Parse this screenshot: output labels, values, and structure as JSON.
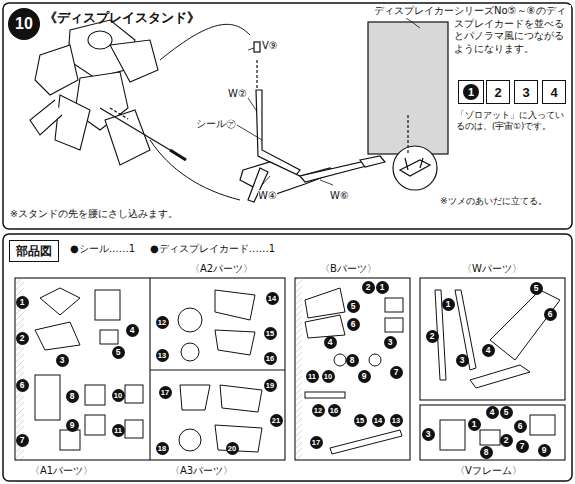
{
  "diagram": {
    "title": "《ディスプレイスタンド》",
    "nodes": [
      {
        "text": [
          "10"
        ]
      },
      {
        "text": [
          "1"
        ]
      },
      {
        "text": [
          "2"
        ]
      },
      {
        "text": [
          "3"
        ]
      },
      {
        "text": [
          "4"
        ]
      },
      {
        "text": [
          "部品図"
        ]
      }
    ],
    "labels": [
      "ディスプレイカード",
      "シリーズNo⑤～⑧のディスプレイカードを並べるとパノラマ風につながるようになります。",
      "V⑨",
      "W②",
      "シール㋐",
      "W④",
      "W⑥",
      "「ゾロアット」に入っているのは、(宇宙①)です。",
      "※ツメのあいだに立てる。",
      "※スタンドの先を腰にさし込みます。",
      "●シール……1",
      "●ディスプレイカード……1",
      "〈A2パーツ〉",
      "〈Bパーツ〉",
      "〈Wパーツ〉",
      "1",
      "2",
      "3",
      "4",
      "5",
      "6",
      "7",
      "8",
      "9",
      "10",
      "11",
      "12",
      "13",
      "14",
      "15",
      "16",
      "17",
      "18",
      "19",
      "20",
      "21",
      "2",
      "1",
      "5",
      "6",
      "4",
      "3",
      "8",
      "11",
      "10",
      "9",
      "7",
      "12",
      "16",
      "15",
      "14",
      "13",
      "17",
      "5",
      "1",
      "6",
      "2",
      "4",
      "3",
      "4",
      "5",
      "1",
      "2",
      "6",
      "3",
      "7",
      "9",
      "8",
      "〈A1パーツ〉",
      "〈A3パーツ〉",
      "〈Vフレーム〉"
    ]
  }
}
